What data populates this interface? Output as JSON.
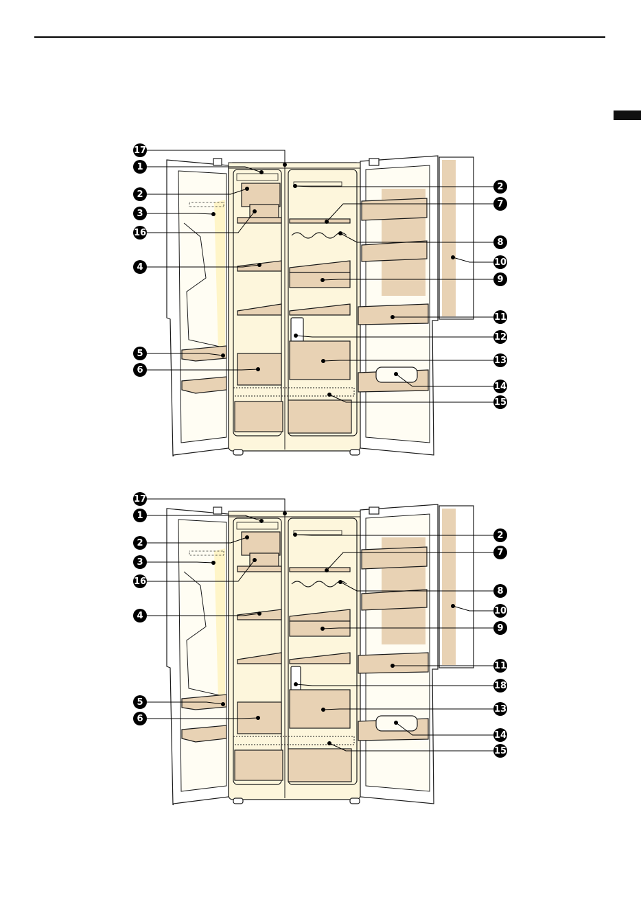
{
  "colors": {
    "body_fill": "#fdf6dc",
    "component_fill": "#e8d2b4",
    "outline": "#1a1a1a",
    "badge": "#000000"
  },
  "diagrams": [
    {
      "id": "with-water-dispenser",
      "left_callouts": [
        "17",
        "1",
        "2",
        "3",
        "16",
        "4",
        "5",
        "6"
      ],
      "right_callouts": [
        "2",
        "7",
        "8",
        "10",
        "9",
        "11",
        "12",
        "13",
        "14",
        "15"
      ]
    },
    {
      "id": "without-water-dispenser",
      "left_callouts": [
        "17",
        "1",
        "2",
        "3",
        "16",
        "4",
        "5",
        "6"
      ],
      "right_callouts": [
        "2",
        "7",
        "8",
        "10",
        "9",
        "11",
        "18",
        "13",
        "14",
        "15"
      ]
    }
  ]
}
